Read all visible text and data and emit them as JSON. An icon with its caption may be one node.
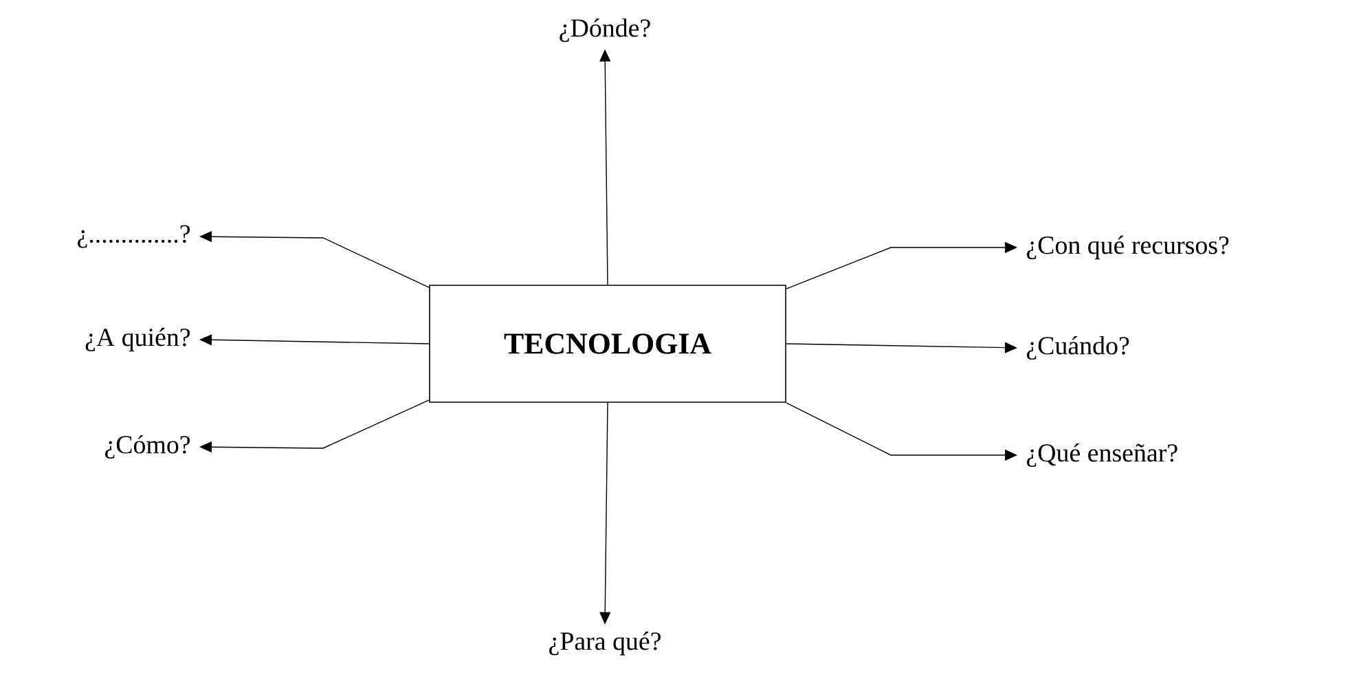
{
  "diagram": {
    "nodes": [
      {
        "text": [
          "TECNOLOGIA"
        ]
      },
      {
        "text": [
          "¿Dónde?"
        ]
      },
      {
        "text": [
          "¿..............?"
        ]
      },
      {
        "text": [
          "¿A quién?"
        ]
      },
      {
        "text": [
          "¿Cómo?"
        ]
      },
      {
        "text": [
          "¿Con qué recursos?"
        ]
      },
      {
        "text": [
          "¿Cuándo?"
        ]
      },
      {
        "text": [
          "¿Qué enseñar?"
        ]
      },
      {
        "text": [
          "¿Para qué?"
        ]
      }
    ],
    "edges": [
      {
        "from": 0,
        "to": 1,
        "arrow": "to"
      },
      {
        "from": 0,
        "to": 2,
        "arrow": "to"
      },
      {
        "from": 0,
        "to": 3,
        "arrow": "to"
      },
      {
        "from": 0,
        "to": 4,
        "arrow": "to"
      },
      {
        "from": 0,
        "to": 5,
        "arrow": "to"
      },
      {
        "from": 0,
        "to": 6,
        "arrow": "to"
      },
      {
        "from": 0,
        "to": 7,
        "arrow": "to"
      },
      {
        "from": 0,
        "to": 8,
        "arrow": "to"
      }
    ]
  }
}
